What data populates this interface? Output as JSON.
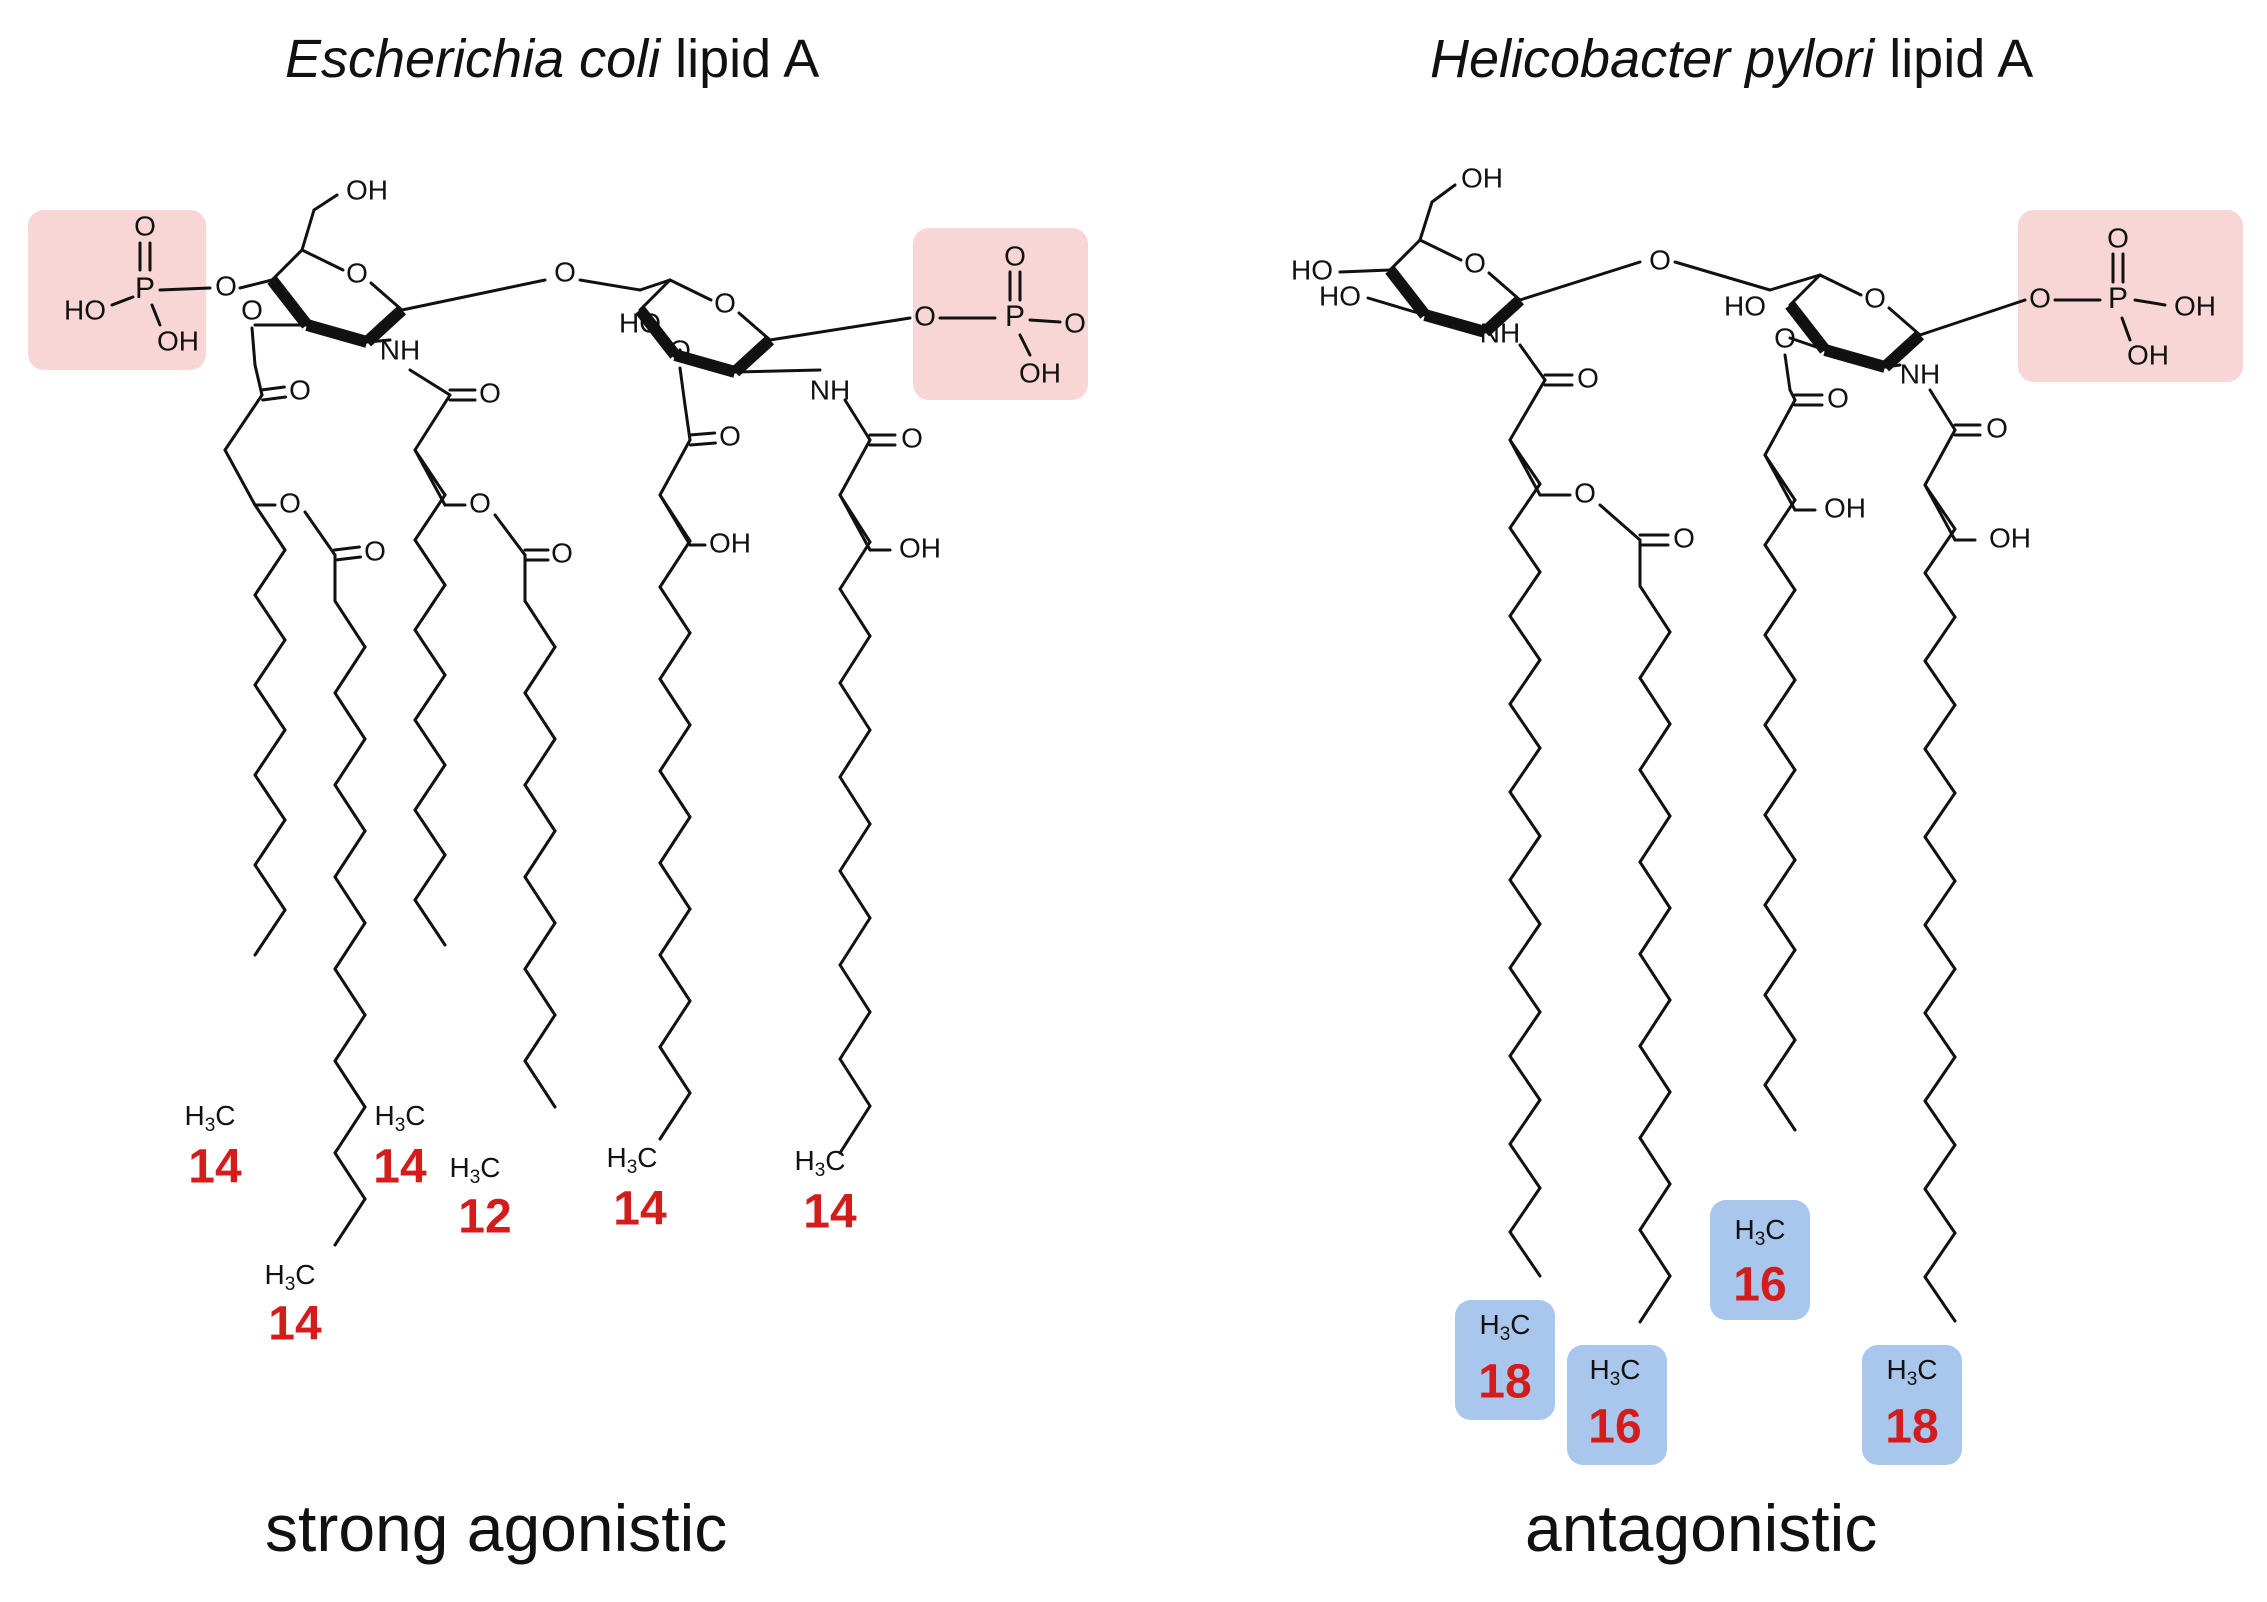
{
  "panels": [
    {
      "title_italic": "Escherichia coli",
      "title_rest": " lipid A",
      "caption": "strong agonistic",
      "chain_lengths": [
        "14",
        "14",
        "14",
        "12",
        "14",
        "14"
      ]
    },
    {
      "title_italic": "Helicobacter pylori",
      "title_rest": " lipid A",
      "caption": "antagonistic",
      "chain_lengths": [
        "18",
        "16",
        "16",
        "18"
      ]
    }
  ],
  "atoms": {
    "ho": "HO",
    "oh": "OH",
    "o": "O",
    "p": "P",
    "nh": "NH",
    "h3c": "H",
    "sub3": "3",
    "c": "C"
  },
  "colors": {
    "phosphate_highlight": "#f9d6d6",
    "chain_highlight": "#a9c6ec",
    "chain_number": "#d41c1c",
    "bond": "#111111"
  }
}
